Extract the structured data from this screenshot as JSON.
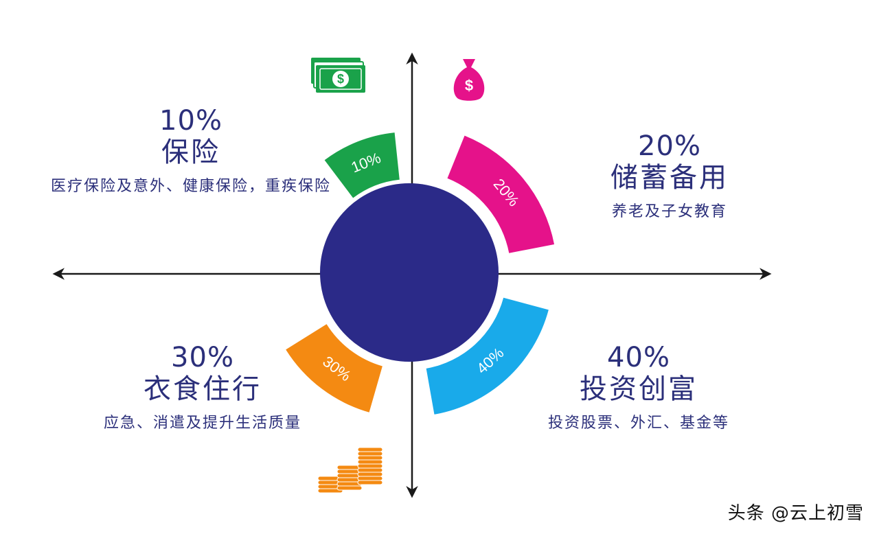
{
  "colors": {
    "circle": "#2b2a88",
    "axis": "#1a1a1a",
    "insurance": "#1aa24a",
    "savings": "#e5128a",
    "living": "#f48a12",
    "invest": "#19aaea",
    "text": "#2b2f7a"
  },
  "segments": [
    {
      "key": "insurance",
      "label": "10%",
      "value": 10
    },
    {
      "key": "savings",
      "label": "20%",
      "value": 20
    },
    {
      "key": "living",
      "label": "30%",
      "value": 30
    },
    {
      "key": "invest",
      "label": "40%",
      "value": 40
    }
  ],
  "quadrants": {
    "insurance": {
      "pct": "10%",
      "name": "保险",
      "desc": "医疗保险及意外、健康保险，重疾保险"
    },
    "savings": {
      "pct": "20%",
      "name": "储蓄备用",
      "desc": "养老及子女教育"
    },
    "living": {
      "pct": "30%",
      "name": "衣食住行",
      "desc": "应急、消遣及提升生活质量"
    },
    "invest": {
      "pct": "40%",
      "name": "投资创富",
      "desc": "投资股票、外汇、基金等"
    }
  },
  "icons": {
    "banknotes": "banknotes-icon",
    "money_bag": "money-bag-icon",
    "coins": "coins-icon",
    "symbol": "$"
  },
  "watermark": "头条 @云上初雪"
}
